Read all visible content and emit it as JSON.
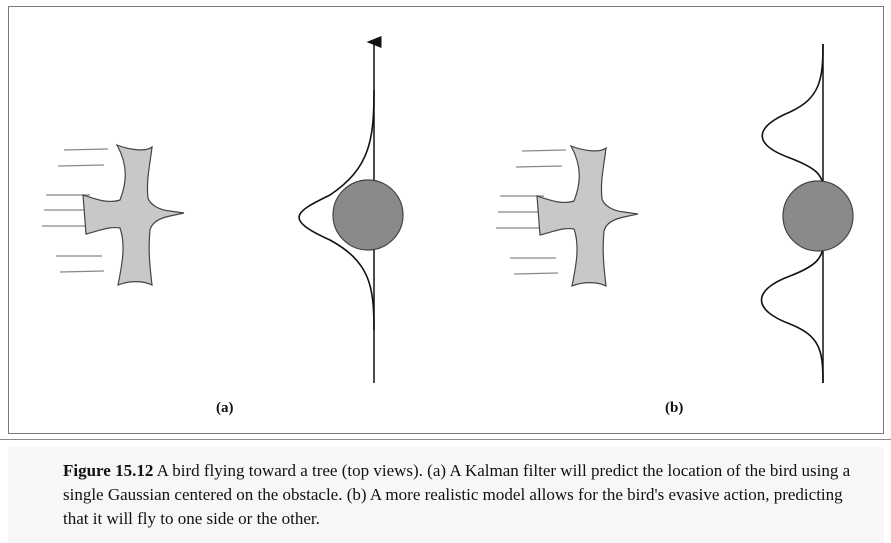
{
  "panels": [
    {
      "label": "(a)"
    },
    {
      "label": "(b)"
    }
  ],
  "caption": {
    "figure_number": "Figure 15.12",
    "text": " A bird flying toward a tree (top views). (a) A Kalman filter will predict the location of the bird using a single Gaussian centered on the obstacle. (b) A more realistic model allows for the bird's evasive action, predicting that it will fly to one side or the other."
  },
  "colors": {
    "bird_fill": "#c8c8c8",
    "obstacle_fill": "#8a8a8a",
    "line": "#111111"
  }
}
